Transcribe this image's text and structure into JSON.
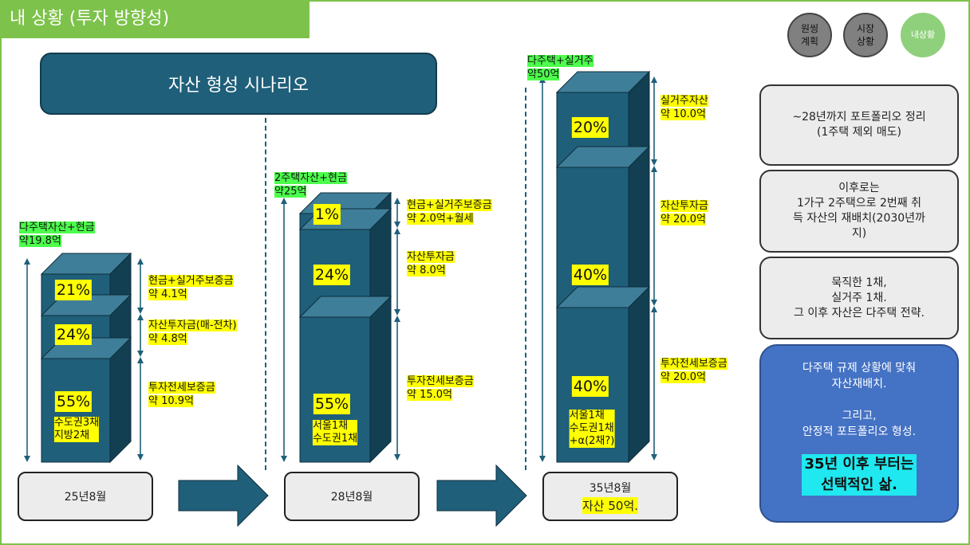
{
  "header": {
    "title": "내 상황 (투자 방향성)"
  },
  "nav": [
    {
      "label": "원씽\n계획",
      "style": "gray"
    },
    {
      "label": "시장\n상황",
      "style": "gray"
    },
    {
      "label": "내상황",
      "style": "green"
    }
  ],
  "scenario_title": "자산 형성 시나리오",
  "columns": [
    {
      "total_label": "다주택자산+현금\n약19.8억",
      "date": "25년8월",
      "date_sub": "",
      "segments": [
        {
          "pct": "21%",
          "label": "현금+실거주보증금\n약 4.1억",
          "note": ""
        },
        {
          "pct": "24%",
          "label": "자산투자금(매-전차)\n약 4.8억",
          "note": ""
        },
        {
          "pct": "55%",
          "label": "투자전세보증금\n약 10.9억",
          "note": "수도권3채\n지방2채"
        }
      ]
    },
    {
      "total_label": "2주택자산+현금\n약25억",
      "date": "28년8월",
      "date_sub": "",
      "segments": [
        {
          "pct": "1%",
          "label": "현금+실거주보증금\n약 2.0억+월세",
          "note": ""
        },
        {
          "pct": "24%",
          "label": "자산투자금\n약 8.0억",
          "note": ""
        },
        {
          "pct": "55%",
          "label": "투자전세보증금\n약 15.0억",
          "note": "서울1채\n수도권1채"
        }
      ]
    },
    {
      "total_label": "다주택+실거주\n약50억",
      "date": "35년8월",
      "date_sub": "자산 50억.",
      "segments": [
        {
          "pct": "20%",
          "label": "실거주자산\n약 10.0억",
          "note": ""
        },
        {
          "pct": "40%",
          "label": "자산투자금\n약 20.0억",
          "note": ""
        },
        {
          "pct": "40%",
          "label": "투자전세보증금\n약 20.0억",
          "note": "서울1채\n수도권1채\n+α(2채?)"
        }
      ]
    }
  ],
  "info_boxes": [
    "~28년까지 포트폴리오 정리\n(1주택 제외 매도)",
    "이후로는\n1가구 2주택으로 2번째 취\n득 자산의 재배치(2030년까\n지)",
    "묵직한 1채,\n실거주 1채.\n그 이후 자산은 다주택 전략."
  ],
  "summary": {
    "text": "다주택 규제 상황에 맞춰\n자산재배치.\n\n그리고,\n안정적 포트폴리오 형성.",
    "emphasis": "35년 이후 부터는\n선택적인 삶."
  },
  "colors": {
    "accent_green": "#7dc24a",
    "box_front": "#1f5f7a",
    "box_top": "#3f7e98",
    "box_side": "#123f52",
    "highlight_yellow": "#ffff00",
    "highlight_green": "#4cff4c",
    "summary_blue": "#4472c4",
    "emphasis_cyan": "#20e8f0"
  }
}
